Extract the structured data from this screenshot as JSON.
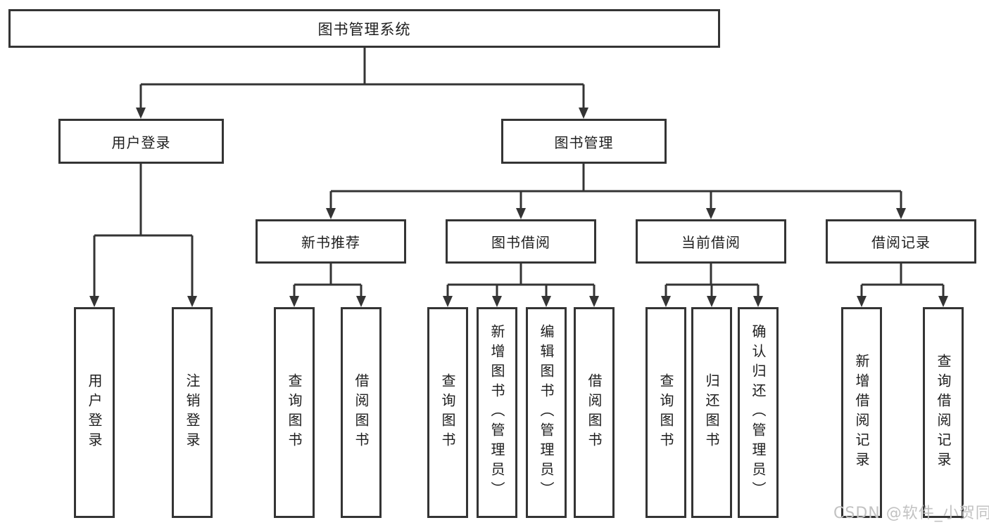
{
  "title": {
    "label": "图书管理系统"
  },
  "level1": [
    {
      "label": "用户登录"
    },
    {
      "label": "图书管理"
    }
  ],
  "level2": [
    {
      "label": "新书推荐",
      "parent": "图书管理"
    },
    {
      "label": "图书借阅",
      "parent": "图书管理"
    },
    {
      "label": "当前借阅",
      "parent": "图书管理"
    },
    {
      "label": "借阅记录",
      "parent": "图书管理"
    }
  ],
  "leaves": [
    {
      "label": "用户登录",
      "parent": "用户登录"
    },
    {
      "label": "注销登录",
      "parent": "用户登录"
    },
    {
      "label": "查询图书",
      "parent": "新书推荐"
    },
    {
      "label": "借阅图书",
      "parent": "新书推荐"
    },
    {
      "label": "查询图书",
      "parent": "图书借阅"
    },
    {
      "label": "新增图书（管理员）",
      "parent": "图书借阅"
    },
    {
      "label": "编辑图书（管理员）",
      "parent": "图书借阅"
    },
    {
      "label": "借阅图书",
      "parent": "图书借阅"
    },
    {
      "label": "查询图书",
      "parent": "当前借阅"
    },
    {
      "label": "归还图书",
      "parent": "当前借阅"
    },
    {
      "label": "确认归还（管理员）",
      "parent": "当前借阅"
    },
    {
      "label": "新增借阅记录",
      "parent": "借阅记录"
    },
    {
      "label": "查询借阅记录",
      "parent": "借阅记录"
    }
  ],
  "watermark": {
    "text": "CSDN @软件_小贺同学"
  },
  "colors": {
    "line": "#343434",
    "box_border": "#343434",
    "box_fill": "#ffffff",
    "text": "#1e1e1e",
    "watermark": "#c2c2c2",
    "background": "#ffffff"
  }
}
